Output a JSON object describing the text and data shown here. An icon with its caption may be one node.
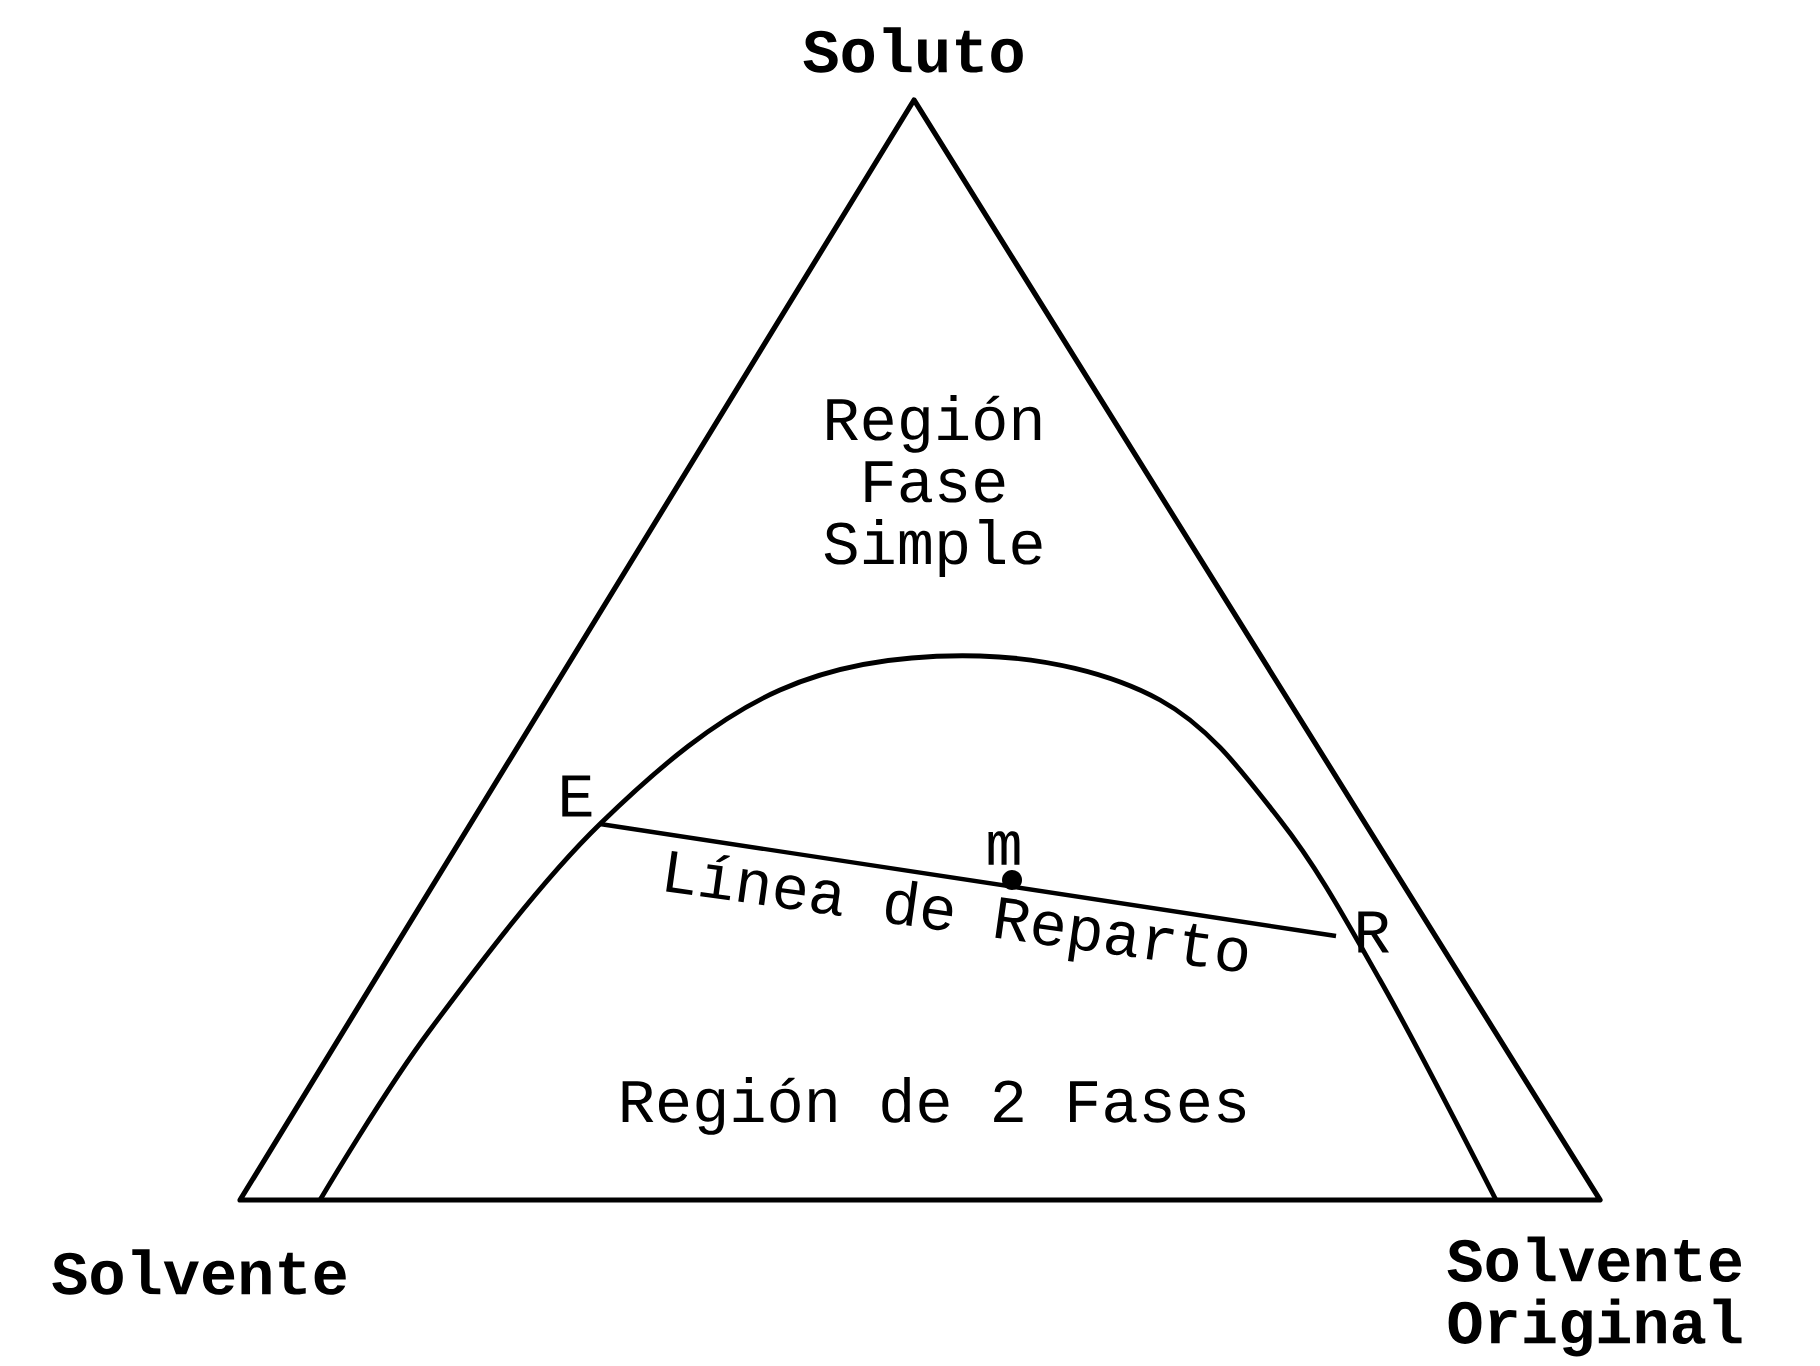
{
  "diagram": {
    "labels": [
      "Soluto",
      "Región Fase Simple",
      "E",
      "m",
      "Línea de Reparto",
      "R",
      "Región de 2 Fases",
      "Solvente",
      "Solvente Original"
    ]
  }
}
